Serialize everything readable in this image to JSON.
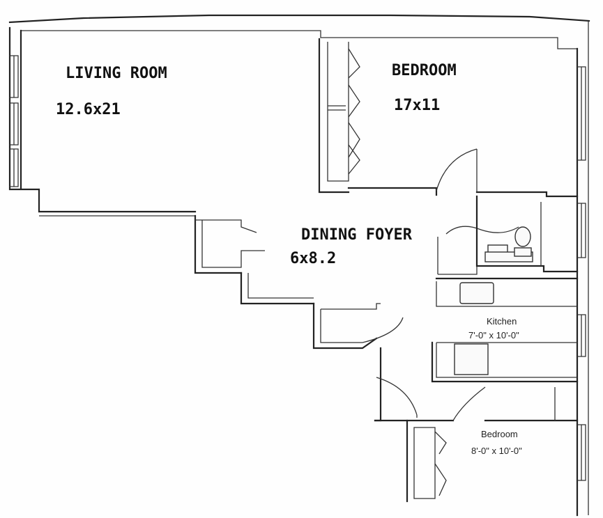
{
  "rooms": {
    "living_room": {
      "name": "LIVING ROOM",
      "size": "12.6x21"
    },
    "bedroom_master": {
      "name": "BEDROOM",
      "size": "17x11"
    },
    "dining_foyer": {
      "name": "DINING FOYER",
      "size": "6x8.2"
    },
    "kitchen": {
      "name": "Kitchen",
      "size": "7'-0\" x 10'-0\""
    },
    "bedroom_small": {
      "name": "Bedroom",
      "size": "8'-0\" x 10'-0\""
    }
  },
  "colors": {
    "ink": "#222222",
    "paper": "#fefefe"
  }
}
